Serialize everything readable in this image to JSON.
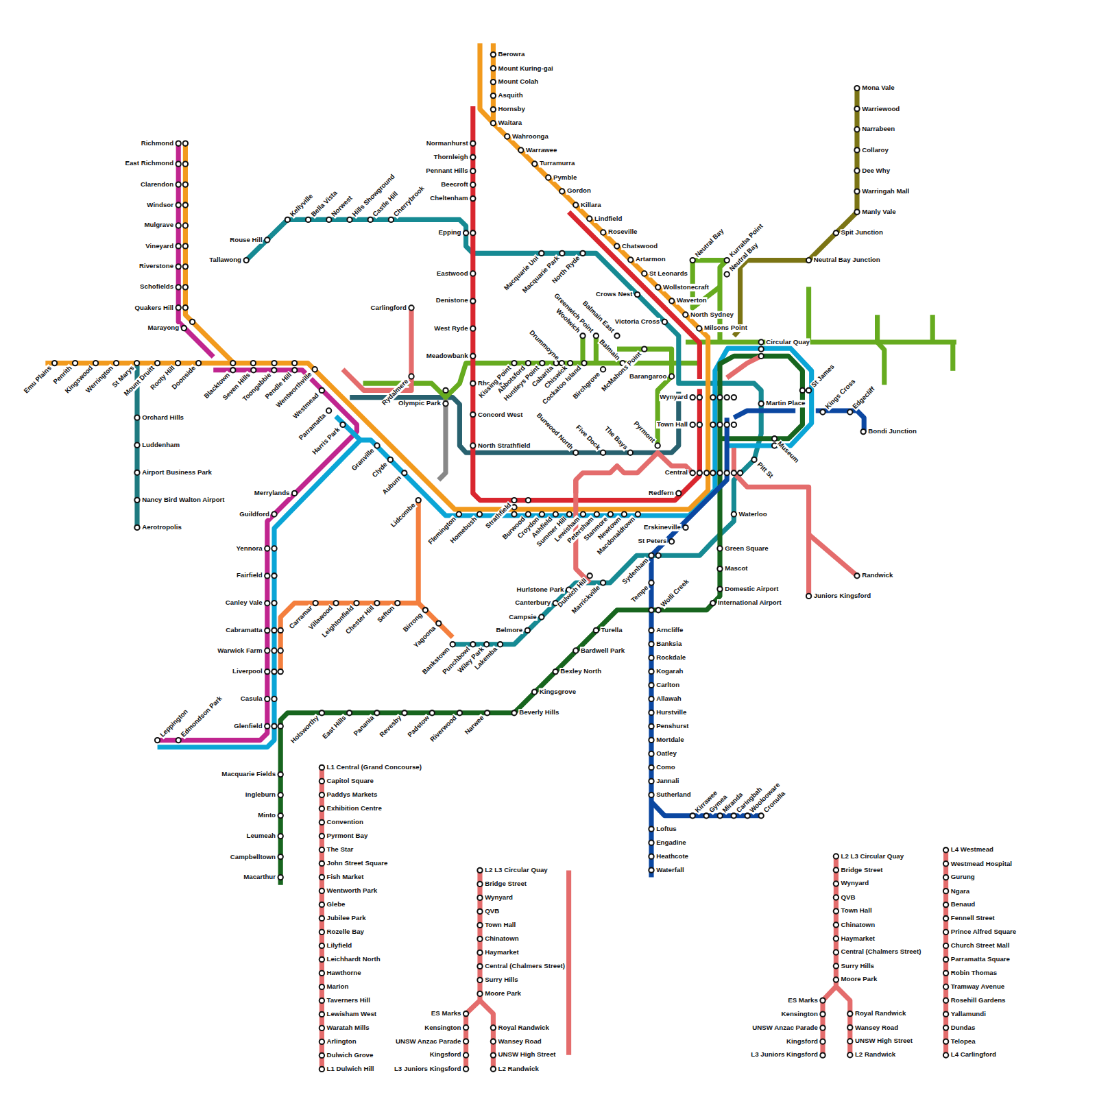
{
  "diagram": {
    "labels": [
      "Richmond",
      "East Richmond",
      "Clarendon",
      "Windsor",
      "Mulgrave",
      "Vineyard",
      "Riverstone",
      "Schofields",
      "Quakers Hill",
      "Marayong",
      "Emu Plains",
      "Penrith",
      "Kingswood",
      "Werrington",
      "St Marys",
      "Mount Druitt",
      "Rooty Hill",
      "Doonside",
      "Blacktown",
      "Seven Hills",
      "Toongabbie",
      "Pendle Hill",
      "Wentworthville",
      "Westmead",
      "Parramatta",
      "Harris Park",
      "Orchard Hills",
      "Luddenham",
      "Airport Business Park",
      "Nancy Bird Walton Airport",
      "Aerotropolis",
      "Tallawong",
      "Rouse Hill",
      "Kellyville",
      "Bella Vista",
      "Norwest",
      "Hills Showground",
      "Castle Hill",
      "Cherrybrook",
      "Epping",
      "Macquarie Uni",
      "Macquarie Park",
      "North Ryde",
      "Normanhurst",
      "Thornleigh",
      "Pennant Hills",
      "Beecroft",
      "Cheltenham",
      "Eastwood",
      "Denistone",
      "West Ryde",
      "Meadowbank",
      "Rhodes",
      "Concord West",
      "North Strathfield",
      "Berowra",
      "Mount Kuring-gai",
      "Mount Colah",
      "Asquith",
      "Hornsby",
      "Waitara",
      "Wahroonga",
      "Warrawee",
      "Turramurra",
      "Pymble",
      "Gordon",
      "Killara",
      "Lindfield",
      "Roseville",
      "Chatswood",
      "Artarmon",
      "St Leonards",
      "Wollstonecraft",
      "Waverton",
      "North Sydney",
      "Milsons Point",
      "Crows Nest",
      "Victoria Cross",
      "Carlingford",
      "Rydalmere",
      "Olympic Park",
      "Kissing Point",
      "Abbotsford",
      "Huntleys Point",
      "Cabarita",
      "Chiswick",
      "Cockatoo Island",
      "Drummoyne",
      "Woolwich",
      "Greenwich Point",
      "Balmain East",
      "Balmain",
      "Birchgrove",
      "McMahons Point",
      "Barangaroo",
      "Neutral Bay",
      "Kurraba Point",
      "Neutral Bay",
      "Circular Quay",
      "Neutral Bay Junction",
      "Spit Junction",
      "Mona Vale",
      "Warriewood",
      "Narrabeen",
      "Collaroy",
      "Dee Why",
      "Warringah Mall",
      "Manly Vale",
      "Burwood North",
      "Five Dock",
      "The Bays",
      "Pyrmont",
      "Wynyard",
      "Town Hall",
      "Central",
      "Martin Place",
      "St James",
      "Museum",
      "Pitt St",
      "Kings Cross",
      "Edgecliff",
      "Bondi Junction",
      "Redfern",
      "Waterloo",
      "Randwick",
      "Juniors Kingsford",
      "Flemington",
      "Homebush",
      "Strathfield",
      "Burwood",
      "Croydon",
      "Ashfield",
      "Summer Hill",
      "Lewisham",
      "Petersham",
      "Stanmore",
      "Newtown",
      "Macdonaldtown",
      "Granville",
      "Clyde",
      "Auburn",
      "Lidcombe",
      "Merrylands",
      "Guildford",
      "Yennora",
      "Fairfield",
      "Canley Vale",
      "Cabramatta",
      "Warwick Farm",
      "Liverpool",
      "Casula",
      "Glenfield",
      "Leppington",
      "Edmondson Park",
      "Carramar",
      "Villawood",
      "Leightonfield",
      "Chester Hill",
      "Sefton",
      "Birrong",
      "Yagoona",
      "Bankstown",
      "Punchbowl",
      "Wiley Park",
      "Lakemba",
      "Belmore",
      "Campsie",
      "Canterbury",
      "Hurlstone Park",
      "Dulwich Hill",
      "Marrickville",
      "Sydenham",
      "Tempe",
      "St Peters",
      "Erskineville",
      "Wolli Creek",
      "Arncliffe",
      "Banksia",
      "Rockdale",
      "Kogarah",
      "Carlton",
      "Allawah",
      "Hurstville",
      "Penshurst",
      "Mortdale",
      "Oatley",
      "Como",
      "Jannali",
      "Sutherland",
      "Loftus",
      "Engadine",
      "Heathcote",
      "Waterfall",
      "Kirrawee",
      "Gymea",
      "Miranda",
      "Caringbah",
      "Woolooware",
      "Cronulla",
      "Holsworthy",
      "East Hills",
      "Panania",
      "Revesby",
      "Padstow",
      "Riverwood",
      "Narwee",
      "Beverly Hills",
      "Kingsgrove",
      "Bexley North",
      "Bardwell Park",
      "Turella",
      "International Airport",
      "Domestic Airport",
      "Mascot",
      "Green Square",
      "Macquarie Fields",
      "Ingleburn",
      "Minto",
      "Leumeah",
      "Campbelltown",
      "Macarthur",
      "L1 Central (Grand Concourse)",
      "Capitol Square",
      "Paddys Markets",
      "Exhibition Centre",
      "Convention",
      "Pyrmont Bay",
      "The Star",
      "John Street Square",
      "Fish Market",
      "Wentworth Park",
      "Glebe",
      "Jubilee Park",
      "Rozelle Bay",
      "Lilyfield",
      "Leichhardt North",
      "Hawthorne",
      "Marion",
      "Taverners Hill",
      "Lewisham West",
      "Waratah Mills",
      "Arlington",
      "Dulwich Grove",
      "L1 Dulwich Hill",
      "L2 L3 Circular Quay",
      "Bridge Street",
      "Wynyard",
      "QVB",
      "Town Hall",
      "Chinatown",
      "Haymarket",
      "Central (Chalmers Street)",
      "Surry Hills",
      "Moore Park",
      "ES Marks",
      "Kensington",
      "UNSW Anzac Parade",
      "Kingsford",
      "L3 Juniors Kingsford",
      "Royal Randwick",
      "Wansey Road",
      "UNSW High Street",
      "L2 Randwick",
      "L2 L3 Circular Quay",
      "Bridge Street",
      "Wynyard",
      "QVB",
      "Town Hall",
      "Chinatown",
      "Haymarket",
      "Central (Chalmers Street)",
      "Surry Hills",
      "Moore Park",
      "ES Marks",
      "Kensington",
      "UNSW Anzac Parade",
      "Kingsford",
      "L3 Juniors Kingsford",
      "Royal Randwick",
      "Wansey Road",
      "UNSW High Street",
      "L2 Randwick",
      "L4 Westmead",
      "Westmead Hospital",
      "Gurung",
      "Ngara",
      "Benaud",
      "Fennell Street",
      "Prince Alfred Square",
      "Church Street Mall",
      "Parramatta Square",
      "Robin Thomas",
      "Tramway Avenue",
      "Rosehill Gardens",
      "Yallamundi",
      "Dundas",
      "Telopea",
      "L4 Carlingford"
    ]
  }
}
